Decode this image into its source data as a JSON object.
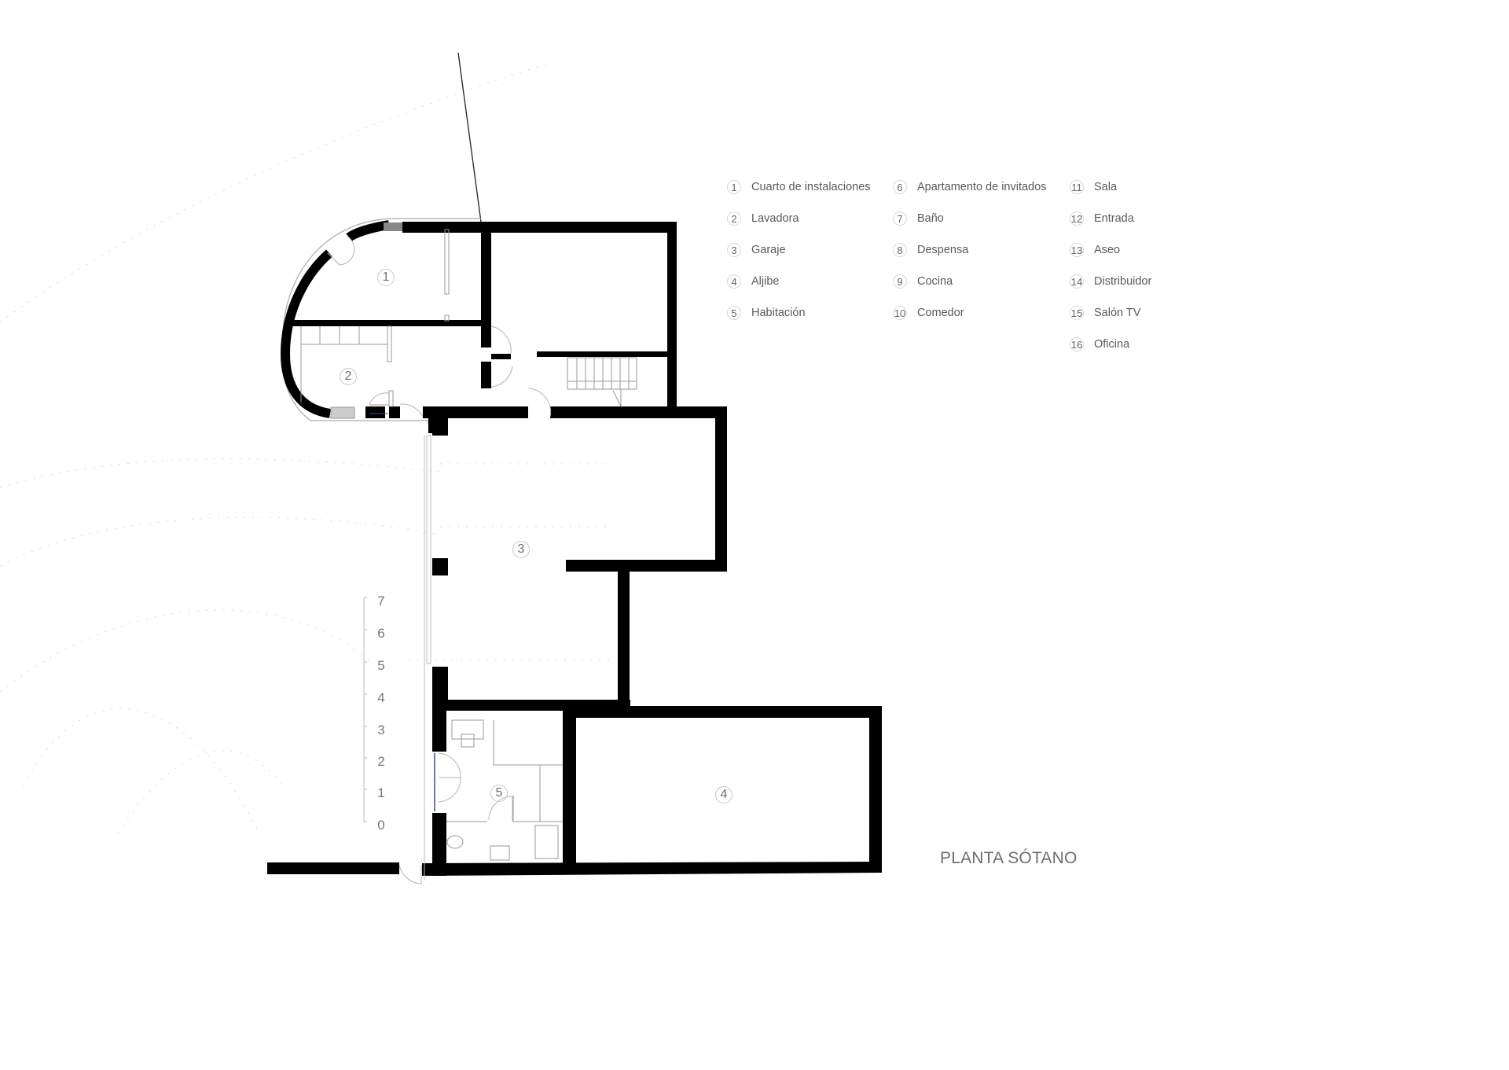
{
  "title": "PLANTA SÓTANO",
  "legend": {
    "columns": [
      [
        {
          "num": "1",
          "label": "Cuarto de instalaciones"
        },
        {
          "num": "2",
          "label": "Lavadora"
        },
        {
          "num": "3",
          "label": "Garaje"
        },
        {
          "num": "4",
          "label": "Aljibe"
        },
        {
          "num": "5",
          "label": "Habitación"
        }
      ],
      [
        {
          "num": "6",
          "label": "Apartamento de invitados"
        },
        {
          "num": "7",
          "label": "Baño"
        },
        {
          "num": "8",
          "label": "Despensa"
        },
        {
          "num": "9",
          "label": "Cocina"
        },
        {
          "num": "10",
          "label": "Comedor"
        }
      ],
      [
        {
          "num": "11",
          "label": "Sala"
        },
        {
          "num": "12",
          "label": "Entrada"
        },
        {
          "num": "13",
          "label": "Aseo"
        },
        {
          "num": "14",
          "label": "Distribuidor"
        },
        {
          "num": "15",
          "label": "Salón TV"
        },
        {
          "num": "16",
          "label": "Oficina"
        }
      ]
    ]
  },
  "room_tags": [
    "1",
    "2",
    "3",
    "4",
    "5"
  ],
  "scale_bar": {
    "labels": [
      "7",
      "6",
      "5",
      "4",
      "3",
      "2",
      "1",
      "0"
    ],
    "unit_hint": "m"
  }
}
